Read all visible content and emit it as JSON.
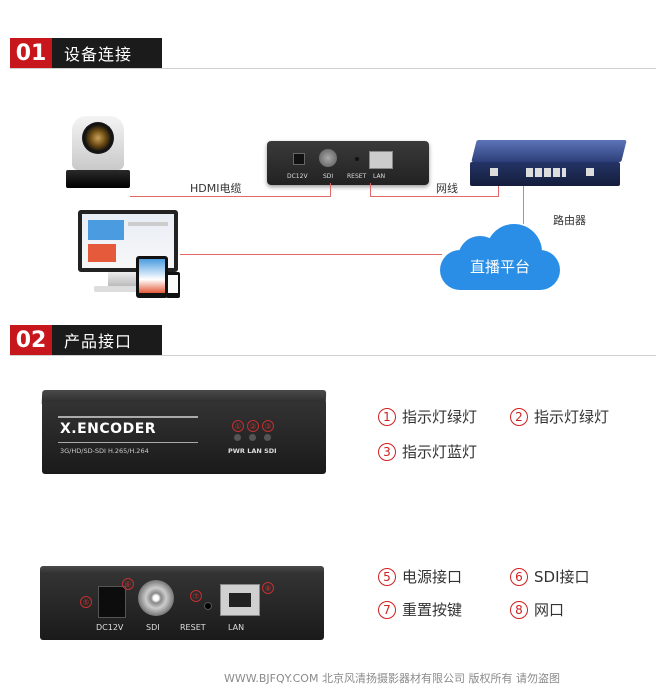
{
  "section1": {
    "num": "01",
    "title": "设备连接"
  },
  "section2": {
    "num": "02",
    "title": "产品接口"
  },
  "connection": {
    "hdmi_label": "HDMI电缆",
    "net_label": "网线",
    "router_label": "路由器",
    "cloud_label": "直播平台",
    "encoder_ports": [
      "DC12V",
      "SDI",
      "RESET",
      "LAN"
    ]
  },
  "front_panel": {
    "brand": "X.ENCODER",
    "spec": "3G/HD/SD-SDI  H.265/H.264",
    "led_labels": "PWR LAN SDI",
    "led_nums": [
      "①",
      "②",
      "③"
    ]
  },
  "front_legend": [
    {
      "num": "1",
      "text": "指示灯绿灯"
    },
    {
      "num": "2",
      "text": "指示灯绿灯"
    },
    {
      "num": "3",
      "text": "指示灯蓝灯"
    }
  ],
  "rear_panel": {
    "ports": [
      "DC12V",
      "SDI",
      "RESET",
      "LAN"
    ],
    "nums": [
      "⑤",
      "⑥",
      "⑦",
      "⑧"
    ]
  },
  "rear_legend": [
    {
      "num": "5",
      "text": "电源接口"
    },
    {
      "num": "6",
      "text": "SDI接口"
    },
    {
      "num": "7",
      "text": "重置按键"
    },
    {
      "num": "8",
      "text": "网口"
    }
  ],
  "watermark": "WWW.BJFQY.COM 北京风清扬摄影器材有限公司 版权所有 请勿盗图",
  "colors": {
    "accent": "#c8161d",
    "cable": "#e06a6a",
    "cloud": "#1e88e5"
  }
}
